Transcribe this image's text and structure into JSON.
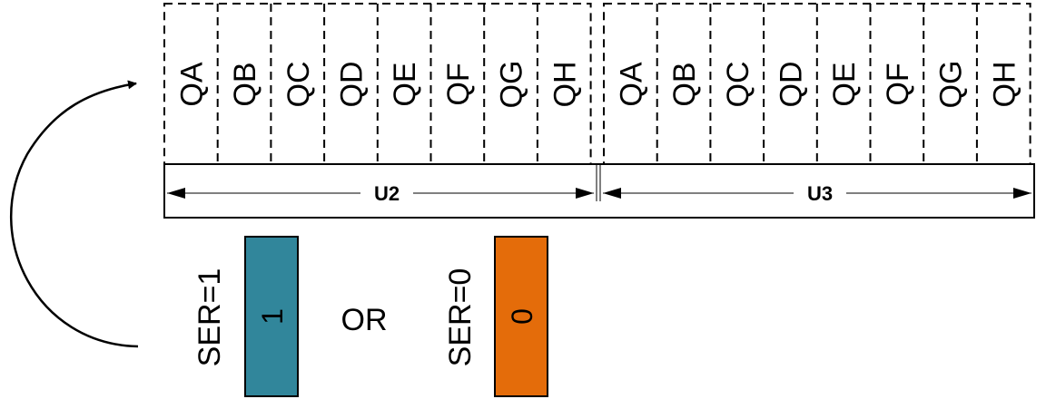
{
  "registers": [
    {
      "name": "U2",
      "cells": [
        "QA",
        "QB",
        "QC",
        "QD",
        "QE",
        "QF",
        "QG",
        "QH"
      ]
    },
    {
      "name": "U3",
      "cells": [
        "QA",
        "QB",
        "QC",
        "QD",
        "QE",
        "QF",
        "QG",
        "QH"
      ]
    }
  ],
  "inputs": {
    "option_one": {
      "label": "SER=1",
      "bit": "1",
      "color": "#31869B"
    },
    "connector": "OR",
    "option_zero": {
      "label": "SER=0",
      "bit": "0",
      "color": "#E46C0A"
    }
  }
}
